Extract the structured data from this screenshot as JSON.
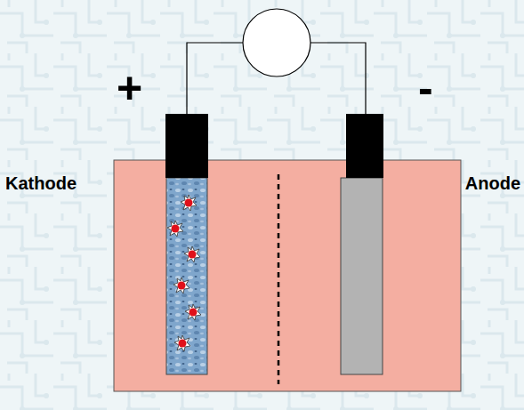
{
  "diagram": {
    "labels": [
      "+",
      "-",
      "Kathode",
      "Anode"
    ]
  }
}
